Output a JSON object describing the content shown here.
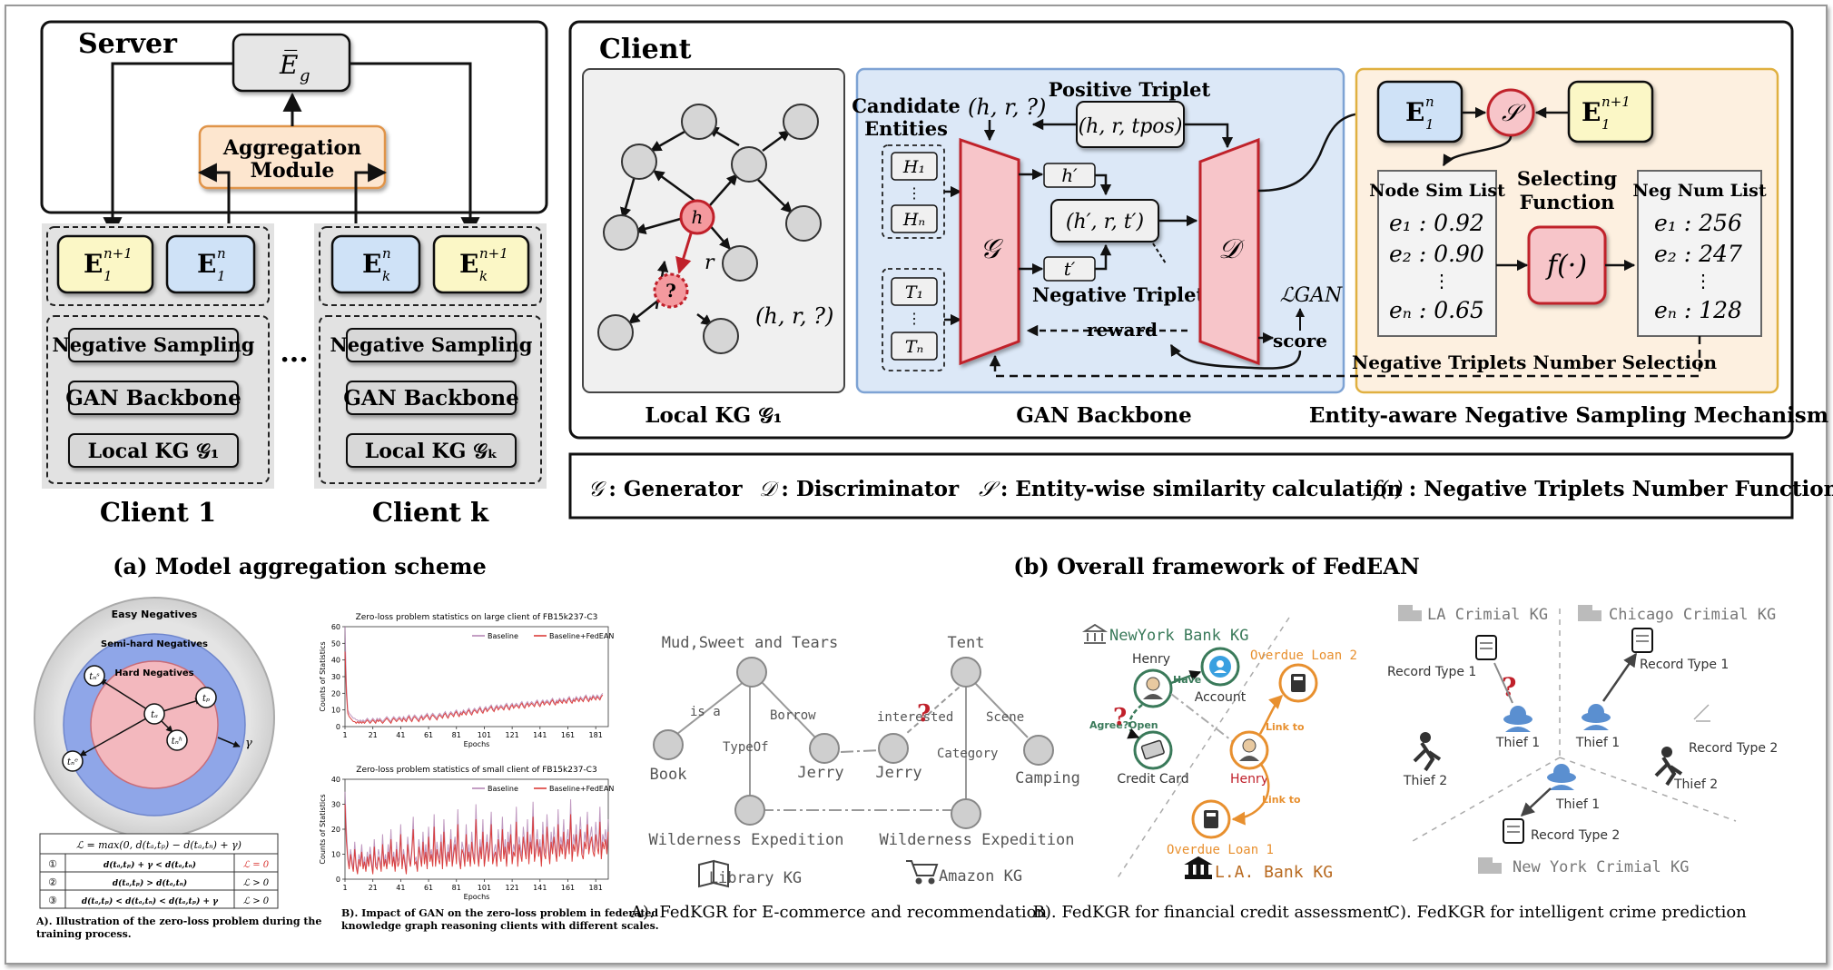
{
  "panel_a": {
    "server_label": "Server",
    "global_embedding": "E̅",
    "global_embedding_sub": "g",
    "aggregation_label": "Aggregation Module",
    "client1_label": "Client 1",
    "clientk_label": "Client k",
    "ellipsis": "...",
    "emb_client1_next": "E",
    "emb_client1_next_sub": "1",
    "emb_client1_next_sup": "n+1",
    "emb_client1_cur": "E",
    "emb_client1_cur_sub": "1",
    "emb_client1_cur_sup": "n",
    "emb_clientk_cur": "E",
    "emb_clientk_cur_sub": "k",
    "emb_clientk_cur_sup": "n",
    "emb_clientk_next": "E",
    "emb_clientk_next_sub": "k",
    "emb_clientk_next_sup": "n+1",
    "module_negative_sampling": "Negative Sampling",
    "module_gan_backbone": "GAN Backbone",
    "module_local_kg_1": "Local KG 𝒢₁",
    "module_local_kg_k": "Local KG 𝒢ₖ",
    "caption": "(a) Model aggregation scheme"
  },
  "panel_b": {
    "client_label": "Client",
    "local_kg": {
      "label": "Local KG 𝒢₁",
      "node_h": "h",
      "node_q": "?",
      "edge_r": "r",
      "query": "(h, r, ?)"
    },
    "gan": {
      "label": "GAN Backbone",
      "candidate_entities": "Candidate Entities",
      "query": "(h, r, ?)",
      "positive_triplet_title": "Positive Triplet",
      "positive_triplet": "(h, r, tpos)",
      "h1": "H₁",
      "hn": "Hₙ",
      "t1": "T₁",
      "tn": "Tₙ",
      "vdots": "⋮",
      "generator": "𝒢",
      "discriminator": "𝒟",
      "h_prime": "h′",
      "t_prime": "t′",
      "neg_triplet": "(h′, r, t′)",
      "neg_triplets_title": "Negative Triplets",
      "reward": "reward",
      "score": "score",
      "loss": "ℒGAN"
    },
    "mechanism": {
      "label": "Entity-aware Negative Sampling Mechanism",
      "e_cur": "E",
      "e_cur_sub": "1",
      "e_cur_sup": "n",
      "e_next": "E",
      "e_next_sub": "1",
      "e_next_sup": "n+1",
      "similarity": "𝒮",
      "node_sim_title": "Node Sim List",
      "node_sim": [
        "e₁ : 0.92",
        "e₂ : 0.90",
        "⋮",
        "eₙ : 0.65"
      ],
      "selecting_function_title": "Selecting Function",
      "function": "f(·)",
      "neg_num_title": "Neg Num List",
      "neg_num": [
        "e₁ : 256",
        "e₂ : 247",
        "⋮",
        "eₙ : 128"
      ],
      "selection_label": "Negative Triplets Number Selection"
    },
    "legend": [
      {
        "symbol": "𝒢",
        "text": ": Generator"
      },
      {
        "symbol": "𝒟",
        "text": ": Discriminator"
      },
      {
        "symbol": "𝒮",
        "text": ": Entity-wise similarity calculation"
      },
      {
        "symbol": "f(·)",
        "text": ": Negative Triplets Number Function"
      }
    ],
    "caption": "(b) Overall framework of FedEAN"
  },
  "figure_A_circles": {
    "easy": "Easy Negatives",
    "semi": "Semi-hard Negatives",
    "hard": "Hard Negatives",
    "ta": "tₐ",
    "tp": "tₚ",
    "ts": "tₙˢ",
    "th": "tₙʰ",
    "te": "tₙᵉ",
    "gamma": "γ",
    "formula": "ℒ = max(0, d(tₐ,tₚ) − d(tₐ,tₙ) + γ)",
    "rows": [
      {
        "num": "①",
        "cond": "d(tₐ,tₚ) + γ < d(tₐ,tₙ)",
        "result": "ℒ = 0"
      },
      {
        "num": "②",
        "cond": "d(tₐ,tₚ) > d(tₐ,tₙ)",
        "result": "ℒ > 0"
      },
      {
        "num": "③",
        "cond": "d(tₐ,tₚ) < d(tₐ,tₙ) < d(tₐ,tₚ) + γ",
        "result": "ℒ > 0"
      }
    ],
    "caption": "A). Illustration of the zero-loss problem during the training process."
  },
  "chart_data": [
    {
      "type": "line",
      "title": "Zero-loss problem statistics on large client of FB15k237-C3",
      "xlabel": "Epochs",
      "ylabel": "Counts of Statistics",
      "x_ticks": [
        "1",
        "21",
        "41",
        "61",
        "81",
        "101",
        "121",
        "141",
        "161",
        "181"
      ],
      "y_ticks": [
        "0",
        "10",
        "20",
        "30",
        "40",
        "50",
        "60"
      ],
      "ylim": [
        0,
        60
      ],
      "xlim": [
        1,
        190
      ],
      "legend_position": "top-right",
      "series": [
        {
          "name": "Baseline",
          "color": "#b07fb0",
          "values": [
            60,
            25,
            10,
            8,
            7,
            6,
            5,
            5,
            4,
            4,
            3,
            4,
            3,
            4,
            3,
            4,
            5,
            4,
            3,
            4,
            5,
            4,
            3,
            5,
            4,
            5,
            4,
            3,
            4,
            5,
            6,
            5,
            4,
            3,
            5,
            6,
            5,
            4,
            5,
            6,
            5,
            4,
            6,
            5,
            4,
            6,
            7,
            5,
            4,
            6,
            7,
            6,
            5,
            4,
            6,
            7,
            5,
            6,
            7,
            8,
            6,
            5,
            7,
            8,
            7,
            6,
            5,
            7,
            8,
            7,
            6,
            8,
            9,
            7,
            6,
            8,
            9,
            8,
            7,
            9,
            10,
            8,
            7,
            9,
            8,
            10,
            9,
            8,
            10,
            11,
            9,
            8,
            10,
            11,
            10,
            9,
            11,
            12,
            10,
            9,
            11,
            12,
            10,
            11,
            12,
            13,
            11,
            10,
            12,
            13,
            11,
            12,
            13,
            12,
            11,
            13,
            14,
            12,
            11,
            13,
            14,
            12,
            13,
            14,
            13,
            12,
            14,
            15,
            13,
            12,
            14,
            15,
            13,
            14,
            15,
            14,
            13,
            15,
            16,
            14,
            13,
            15,
            16,
            14,
            15,
            16,
            15,
            14,
            16,
            17,
            15,
            14,
            16,
            15,
            17,
            16,
            15,
            17,
            16,
            15,
            17,
            18,
            16,
            15,
            17,
            16,
            18,
            17,
            16,
            18,
            17,
            16,
            18,
            19,
            17,
            16,
            18,
            17,
            19,
            18,
            17,
            19,
            18,
            17,
            19,
            20
          ]
        },
        {
          "name": "Baseline+FedEAN",
          "color": "#d9302c",
          "values": [
            45,
            20,
            8,
            6,
            5,
            4,
            3,
            3,
            2,
            3,
            2,
            3,
            2,
            3,
            2,
            3,
            4,
            3,
            2,
            3,
            4,
            3,
            2,
            4,
            3,
            4,
            3,
            2,
            3,
            4,
            5,
            4,
            3,
            2,
            4,
            5,
            4,
            3,
            4,
            5,
            4,
            3,
            5,
            4,
            3,
            5,
            6,
            4,
            3,
            5,
            6,
            5,
            4,
            3,
            5,
            6,
            4,
            5,
            6,
            7,
            5,
            4,
            6,
            7,
            6,
            5,
            4,
            6,
            7,
            6,
            5,
            7,
            8,
            6,
            5,
            7,
            8,
            7,
            6,
            8,
            9,
            7,
            6,
            8,
            7,
            9,
            8,
            7,
            9,
            10,
            8,
            7,
            9,
            10,
            9,
            8,
            10,
            11,
            9,
            8,
            10,
            11,
            9,
            10,
            11,
            12,
            10,
            9,
            11,
            12,
            10,
            11,
            12,
            11,
            10,
            12,
            13,
            11,
            10,
            12,
            13,
            11,
            12,
            13,
            12,
            11,
            13,
            14,
            12,
            11,
            13,
            14,
            12,
            13,
            14,
            13,
            12,
            14,
            15,
            13,
            12,
            14,
            15,
            13,
            14,
            15,
            14,
            13,
            15,
            16,
            14,
            13,
            15,
            14,
            16,
            15,
            14,
            16,
            15,
            14,
            16,
            17,
            15,
            14,
            16,
            15,
            17,
            16,
            15,
            17,
            16,
            15,
            17,
            18,
            16,
            15,
            17,
            16,
            18,
            17,
            16,
            18,
            17,
            16,
            18,
            19
          ]
        }
      ]
    },
    {
      "type": "line",
      "title": "Zero-loss problem statistics of small client of FB15k237-C3",
      "xlabel": "Epochs",
      "ylabel": "Counts of Statistics",
      "x_ticks": [
        "1",
        "21",
        "41",
        "61",
        "81",
        "101",
        "121",
        "141",
        "161",
        "181"
      ],
      "y_ticks": [
        "0",
        "10",
        "20",
        "30",
        "40"
      ],
      "ylim": [
        0,
        40
      ],
      "xlim": [
        1,
        190
      ],
      "legend_position": "top-right",
      "series": [
        {
          "name": "Baseline",
          "color": "#b07fb0",
          "values": [
            35,
            20,
            10,
            5,
            12,
            8,
            4,
            15,
            6,
            3,
            10,
            7,
            14,
            5,
            9,
            4,
            11,
            6,
            13,
            8,
            3,
            16,
            7,
            5,
            12,
            9,
            4,
            18,
            6,
            10,
            5,
            14,
            8,
            20,
            6,
            11,
            4,
            15,
            7,
            9,
            22,
            5,
            12,
            8,
            3,
            17,
            10,
            6,
            13,
            25,
            7,
            9,
            4,
            16,
            11,
            6,
            19,
            8,
            14,
            5,
            21,
            9,
            12,
            7,
            26,
            6,
            15,
            10,
            8,
            18,
            5,
            24,
            11,
            7,
            14,
            9,
            20,
            6,
            13,
            17,
            8,
            28,
            10,
            5,
            15,
            12,
            7,
            22,
            9,
            14,
            6,
            19,
            11,
            8,
            30,
            13,
            7,
            16,
            10,
            24,
            6,
            12,
            18,
            9,
            15,
            27,
            8,
            11,
            14,
            7,
            20,
            13,
            9,
            25,
            10,
            16,
            6,
            19,
            12,
            22,
            8,
            14,
            11,
            29,
            7,
            17,
            13,
            9,
            21,
            15,
            10,
            24,
            8,
            18,
            12,
            31,
            9,
            14,
            20,
            11,
            16,
            7,
            23,
            13,
            10,
            26,
            15,
            8,
            19,
            12,
            21,
            14,
            9,
            28,
            11,
            17,
            13,
            24,
            10,
            15,
            20,
            12,
            32,
            9,
            18,
            14,
            22,
            11,
            16,
            25,
            13,
            10,
            19,
            15,
            27,
            12,
            17,
            21,
            14,
            11,
            23,
            16,
            13,
            29,
            10,
            18,
            15,
            20,
            12,
            24
          ]
        },
        {
          "name": "Baseline+FedEAN",
          "color": "#d9302c",
          "values": [
            30,
            15,
            8,
            4,
            10,
            6,
            3,
            12,
            5,
            2,
            8,
            5,
            11,
            4,
            7,
            3,
            9,
            5,
            10,
            6,
            2,
            13,
            5,
            4,
            9,
            7,
            3,
            14,
            5,
            8,
            4,
            11,
            6,
            16,
            5,
            9,
            3,
            12,
            5,
            7,
            18,
            4,
            10,
            6,
            2,
            14,
            8,
            5,
            11,
            20,
            6,
            7,
            3,
            13,
            9,
            5,
            15,
            6,
            11,
            4,
            17,
            7,
            10,
            5,
            21,
            5,
            12,
            8,
            6,
            15,
            4,
            19,
            9,
            5,
            11,
            7,
            16,
            5,
            10,
            14,
            6,
            22,
            8,
            4,
            12,
            10,
            5,
            18,
            7,
            11,
            5,
            15,
            9,
            6,
            24,
            10,
            5,
            13,
            8,
            19,
            5,
            10,
            15,
            7,
            12,
            22,
            6,
            9,
            11,
            5,
            16,
            10,
            7,
            20,
            8,
            13,
            5,
            15,
            10,
            18,
            6,
            11,
            9,
            23,
            5,
            14,
            10,
            7,
            17,
            12,
            8,
            19,
            6,
            15,
            10,
            25,
            7,
            11,
            16,
            9,
            13,
            5,
            18,
            10,
            8,
            21,
            12,
            6,
            15,
            10,
            17,
            11,
            7,
            22,
            9,
            14,
            10,
            19,
            8,
            12,
            16,
            10,
            26,
            7,
            14,
            11,
            18,
            9,
            13,
            20,
            10,
            8,
            15,
            12,
            22,
            10,
            14,
            17,
            11,
            9,
            18,
            13,
            10,
            23,
            8,
            15,
            12,
            16,
            10,
            19
          ]
        }
      ]
    }
  ],
  "figure_B_caption": "B). Impact of GAN on the zero-loss problem in federated knowledge graph reasoning clients with different scales.",
  "ecommerce": {
    "mud": "Mud,Sweet and Tears",
    "tent": "Tent",
    "is_a": "is a",
    "borrow": "Borrow",
    "interested": "interested",
    "scene": "Scene",
    "typeof": "TypeOf",
    "category": "Category",
    "book": "Book",
    "jerry1": "Jerry",
    "jerry2": "Jerry",
    "camping": "Camping",
    "wild1": "Wilderness Expedition",
    "wild2": "Wilderness Expedition",
    "library_kg": "Library KG",
    "amazon_kg": "Amazon KG",
    "qmark": "?",
    "caption": "A). FedKGR for E-commerce and recommendation"
  },
  "finance": {
    "ny_kg": "NewYork Bank KG",
    "la_kg": "L.A. Bank KG",
    "henry1": "Henry",
    "henry2": "Henry",
    "have": "Have",
    "account": "Account",
    "agree_open": "Agree?Open",
    "credit_card": "Credit Card",
    "overdue2": "Overdue Loan 2",
    "overdue1": "Overdue Loan 1",
    "link_to_1": "Link to",
    "link_to_2": "Link to",
    "qmark": "?",
    "caption": "B). FedKGR for financial credit assessment"
  },
  "crime": {
    "la_kg": "LA Crimial KG",
    "chicago_kg": "Chicago Crimial KG",
    "ny_kg": "New York Crimial KG",
    "record1_la": "Record Type 1",
    "record1_chi": "Record Type 1",
    "record2_chi": "Record Type 2",
    "record2_ny": "Record Type 2",
    "thief1_la": "Thief 1",
    "thief2_la": "Thief 2",
    "thief1_chi": "Thief 1",
    "thief2_chi": "Thief 2",
    "thief1_ny": "Thief 1",
    "qmark": "?",
    "caption": "C). FedKGR for intelligent crime prediction"
  },
  "colors": {
    "yellow": "#fbf7c6",
    "blue": "#cfe2f7",
    "orange_box": "#fde6cf",
    "gray_panel": "#e5e5e5",
    "gan_bg": "#dce8f7",
    "mech_bg": "#fdf0e0",
    "red": "#e0343f",
    "pink": "#f7c5c9"
  }
}
